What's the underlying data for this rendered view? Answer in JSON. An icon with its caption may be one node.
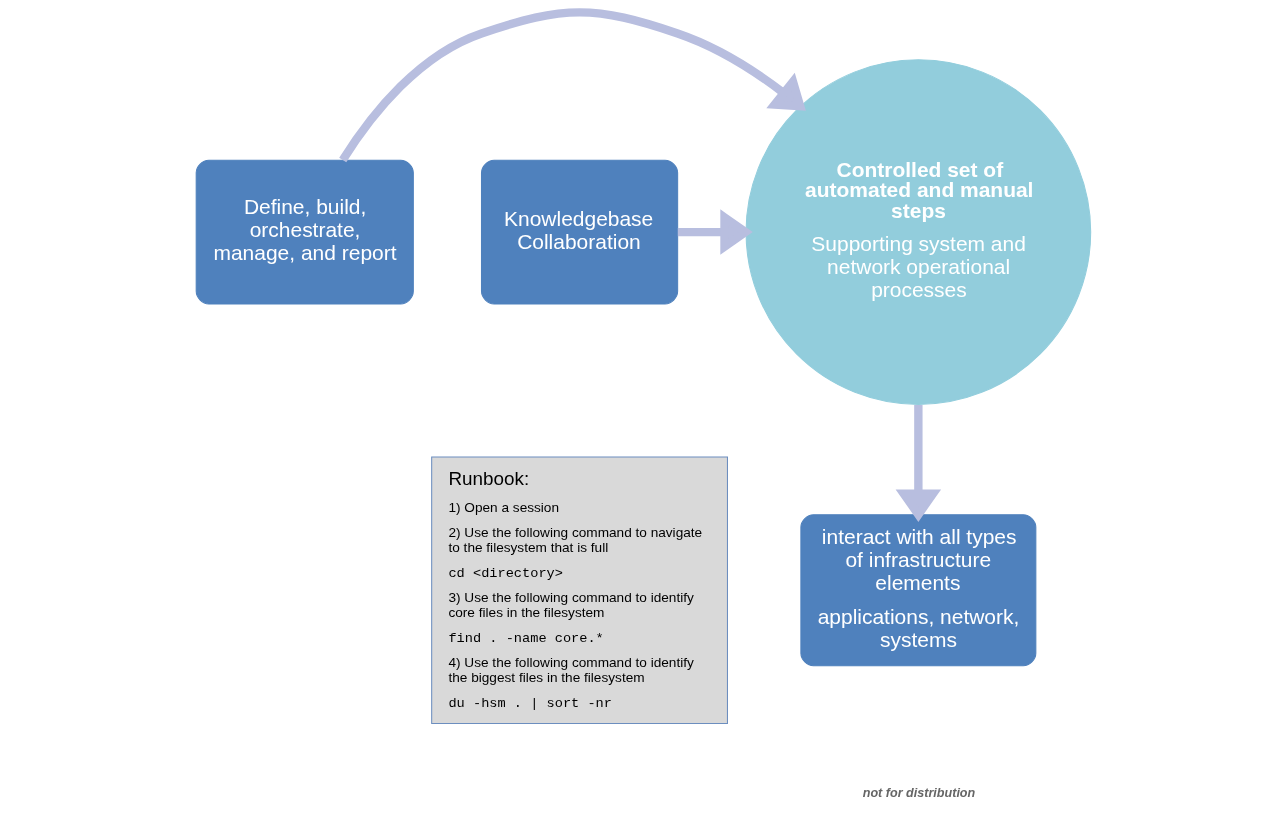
{
  "diagram": {
    "nodes": [
      {
        "text": [
          "Define, build, orchestrate, manage, and report"
        ]
      },
      {
        "text": [
          "Controlled set of automated and manual steps",
          "Supporting system and network operational processes"
        ]
      },
      {
        "text": [
          "Knowledgebase Collaboration"
        ]
      },
      {
        "text": [
          "interact with all types of infrastructure elements",
          "applications, network, systems"
        ]
      },
      {
        "text": [
          "Runbook:",
          "1) Open a session",
          "2) Use the following command to navigate to the filesystem that is full",
          "cd <directory>",
          "3) Use the following command to identify core files in the filesystem",
          "find . -name core.*",
          "4) Use the following command to identify the biggest files in the filesystem",
          "du -hsm . | sort -nr"
        ]
      }
    ],
    "edges": [
      {
        "from": 0,
        "to": 1,
        "arrow": "to"
      },
      {
        "from": 2,
        "to": 1,
        "arrow": "to"
      },
      {
        "from": 1,
        "to": 3,
        "arrow": "to"
      }
    ],
    "labels": [
      "not for distribution"
    ]
  }
}
